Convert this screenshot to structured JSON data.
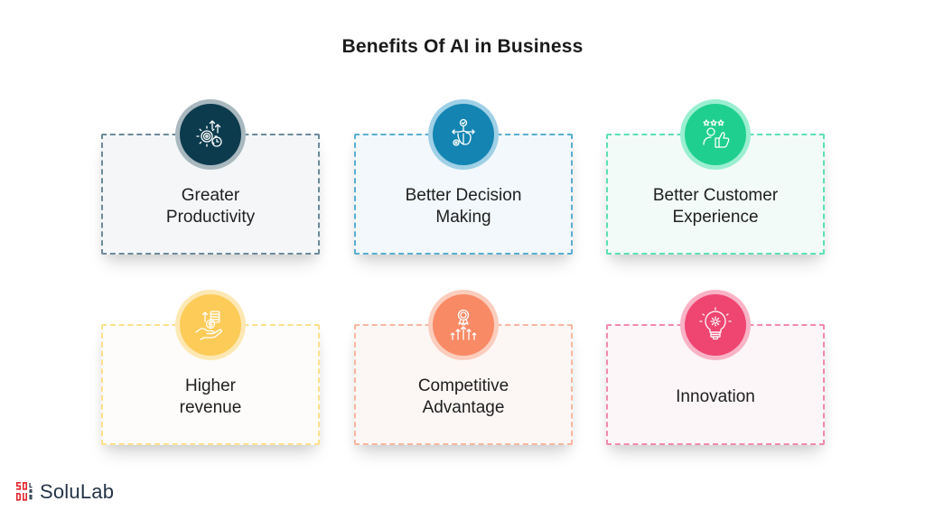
{
  "title": "Benefits Of AI in Business",
  "cards": [
    {
      "label": "Greater\nProductivity",
      "icon": "gear-growth-clock-icon",
      "accent": "#0d3b4e",
      "ring": "#a9b8bf",
      "border": "#6c8b9a"
    },
    {
      "label": "Better Decision\nMaking",
      "icon": "brain-decision-icon",
      "accent": "#1485b2",
      "ring": "#9fd0e6",
      "border": "#5aaed0"
    },
    {
      "label": "Better Customer\nExperience",
      "icon": "customer-thumbs-up-stars-icon",
      "accent": "#1fcf8f",
      "ring": "#9aefd1",
      "border": "#5ee0b4"
    },
    {
      "label": "Higher\nrevenue",
      "icon": "hand-coins-icon",
      "accent": "#fccb58",
      "ring": "#fde8b4",
      "border": "#fde08a"
    },
    {
      "label": "Competitive\nAdvantage",
      "icon": "award-arrows-icon",
      "accent": "#f98a66",
      "ring": "#fbcdbd",
      "border": "#f7b6a0"
    },
    {
      "label": "Innovation",
      "icon": "lightbulb-gear-icon",
      "accent": "#ef4571",
      "ring": "#f8b3c6",
      "border": "#f28aa9"
    }
  ],
  "logo": {
    "text": "SoluLab",
    "mark_color": "#e0262e",
    "text_color": "#243447"
  }
}
